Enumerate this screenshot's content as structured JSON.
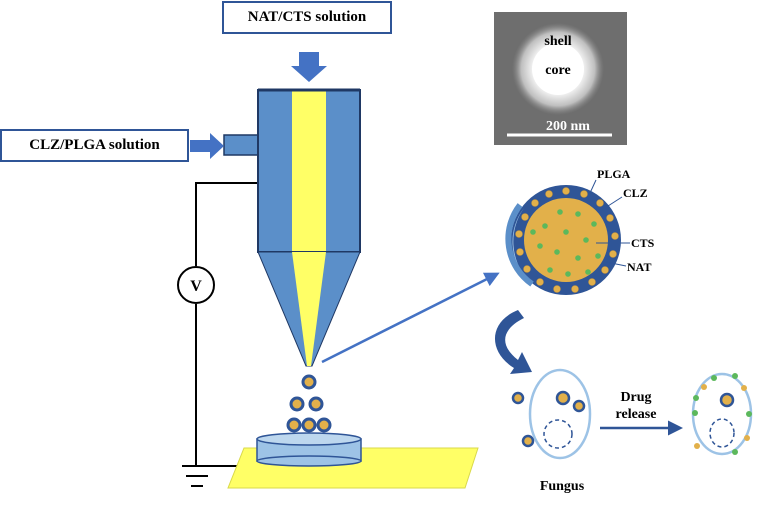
{
  "labels": {
    "inner_solution": "NAT/CTS solution",
    "outer_solution": "CLZ/PLGA solution",
    "voltmeter": "V",
    "tem_shell": "shell",
    "tem_core": "core",
    "tem_scale": "200 nm",
    "layer_plga": "PLGA",
    "layer_clz": "CLZ",
    "layer_cts": "CTS",
    "layer_nat": "NAT",
    "drug_release_line1": "Drug",
    "drug_release_line2": "release",
    "fungus": "Fungus"
  },
  "colors": {
    "nozzle_blue": "#5b8fc9",
    "nozzle_edge": "#1f3864",
    "core_yellow": "#ffff66",
    "arrow_blue": "#4472c4",
    "particle_core": "#e2b04a",
    "particle_shell": "#2f5597",
    "nat_green": "#5cb85c",
    "collector_yellow": "#ffff66",
    "dish_blue": "#9dc3e6"
  }
}
